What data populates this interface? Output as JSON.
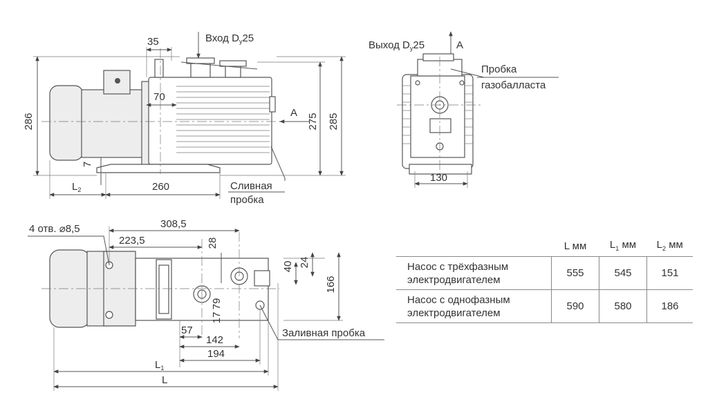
{
  "labels": {
    "inlet": "Вход D",
    "inlet_sub": "у",
    "inlet_size": "25",
    "outlet": "Выход D",
    "outlet_sub": "у",
    "outlet_size": "25",
    "view_a": "A",
    "view_a_top": "A",
    "gas_ballast_plug_1": "Пробка",
    "gas_ballast_plug_2": "газобалласта",
    "drain_plug_1": "Сливная",
    "drain_plug_2": "пробка",
    "fill_plug": "Заливная пробка",
    "holes": "4 отв. ⌀8,5"
  },
  "dimensions": {
    "d35": "35",
    "d70": "70",
    "d286": "286",
    "d275": "275",
    "d285": "285",
    "d7": "7",
    "d260": "260",
    "dL2": "L",
    "dL2_sub": "2",
    "d130": "130",
    "d308_5": "308,5",
    "d223_5": "223,5",
    "d28": "28",
    "d40": "40",
    "d24": "24",
    "d166": "166",
    "d17": "17",
    "d79": "79",
    "d57": "57",
    "d142": "142",
    "d194": "194",
    "dL1": "L",
    "dL1_sub": "1",
    "dL": "L"
  },
  "table": {
    "headers": [
      {
        "main": "L мм",
        "sub": ""
      },
      {
        "main": "L",
        "sub": "1",
        "tail": " мм"
      },
      {
        "main": "L",
        "sub": "2",
        "tail": " мм"
      }
    ],
    "rows": [
      {
        "name_1": "Насос с трёхфазным",
        "name_2": "электродвигателем",
        "L": "555",
        "L1": "545",
        "L2": "151"
      },
      {
        "name_1": "Насос с однофазным",
        "name_2": "электродвигателем",
        "L": "590",
        "L1": "580",
        "L2": "186"
      }
    ]
  }
}
